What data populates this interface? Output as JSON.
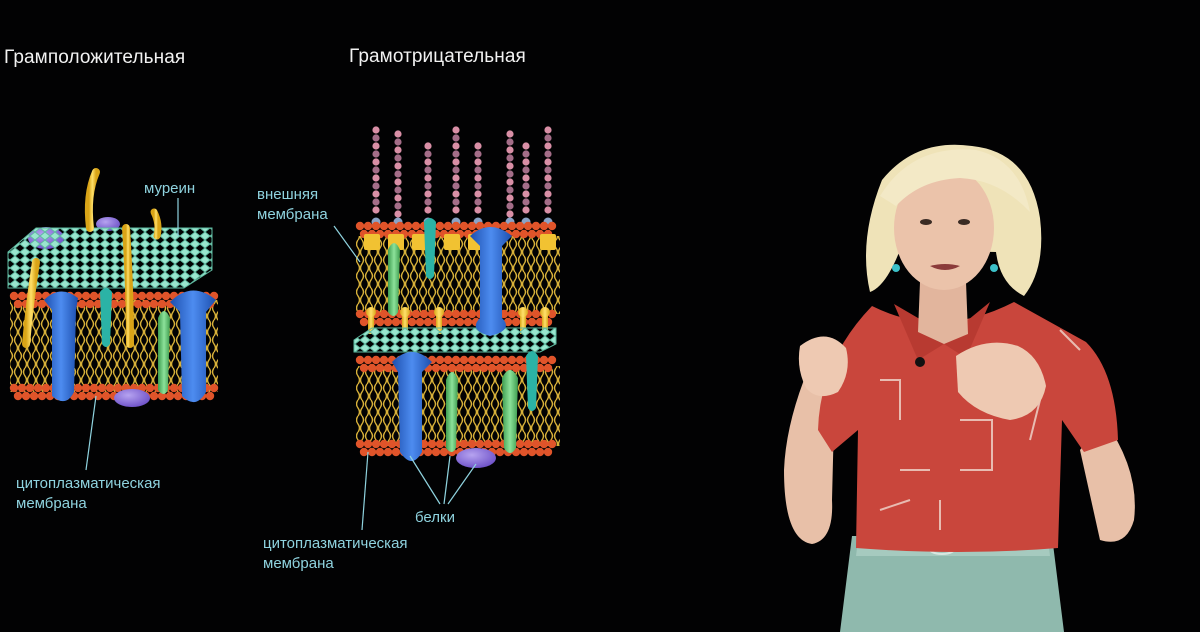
{
  "diagram": {
    "gram_positive": {
      "title": "Грамположительная",
      "murein_label": "муреин",
      "cytoplasmic_membrane_label": [
        "цитоплазматическая",
        "мембрана"
      ]
    },
    "gram_negative": {
      "title": "Грамотрицательная",
      "outer_membrane_label": [
        "внешняя",
        "мембрана"
      ],
      "proteins_label": "белки",
      "cytoplasmic_membrane_label": [
        "цитоплазматическая",
        "мембрана"
      ]
    }
  },
  "colors": {
    "background": "#020203",
    "label_text": "#8fd3df",
    "title_text": "#f2f2f2",
    "lipid_head": "#e0542a",
    "lipid_tail": "#d9b23a",
    "murein": "#8fe0c8",
    "protein_blue": "#2f6ed8",
    "protein_green": "#5cc06a",
    "protein_teal": "#2bb3a6",
    "teichoic_acid": "#f1c232",
    "lps_chain": "#d98fa6",
    "shirt": "#c9463c",
    "trousers": "#8fb9ad",
    "hair": "#efe3b8"
  }
}
